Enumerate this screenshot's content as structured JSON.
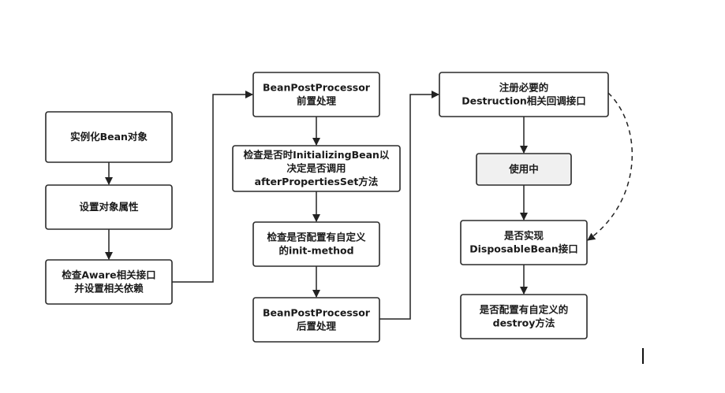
{
  "diagram": {
    "nodes": [
      {
        "id": "instantiate",
        "lines": [
          "实例化Bean对象"
        ],
        "fill": "#ffffff"
      },
      {
        "id": "set-props",
        "lines": [
          "设置对象属性"
        ],
        "fill": "#ffffff"
      },
      {
        "id": "aware",
        "lines": [
          "检查Aware相关接口",
          "并设置相关依赖"
        ],
        "fill": "#ffffff"
      },
      {
        "id": "bpp-before",
        "lines": [
          "BeanPostProcessor",
          "前置处理"
        ],
        "fill": "#ffffff"
      },
      {
        "id": "initializing",
        "lines": [
          "检查是否时InitializingBean以",
          "决定是否调用",
          "afterPropertiesSet方法"
        ],
        "fill": "#ffffff"
      },
      {
        "id": "init-method",
        "lines": [
          "检查是否配置有自定义",
          "的init-method"
        ],
        "fill": "#ffffff"
      },
      {
        "id": "bpp-after",
        "lines": [
          "BeanPostProcessor",
          "后置处理"
        ],
        "fill": "#ffffff"
      },
      {
        "id": "destruction",
        "lines": [
          "注册必要的",
          "Destruction相关回调接口"
        ],
        "fill": "#ffffff"
      },
      {
        "id": "in-use",
        "lines": [
          "使用中"
        ],
        "fill": "#f0f0f0"
      },
      {
        "id": "disposable",
        "lines": [
          "是否实现",
          "DisposableBean接口"
        ],
        "fill": "#ffffff"
      },
      {
        "id": "destroy",
        "lines": [
          "是否配置有自定义的",
          "destroy方法"
        ],
        "fill": "#ffffff"
      }
    ],
    "edges": [
      {
        "from": "instantiate",
        "to": "set-props",
        "style": "solid"
      },
      {
        "from": "set-props",
        "to": "aware",
        "style": "solid"
      },
      {
        "from": "aware",
        "to": "bpp-before",
        "style": "solid"
      },
      {
        "from": "bpp-before",
        "to": "initializing",
        "style": "solid"
      },
      {
        "from": "initializing",
        "to": "init-method",
        "style": "solid"
      },
      {
        "from": "init-method",
        "to": "bpp-after",
        "style": "solid"
      },
      {
        "from": "bpp-after",
        "to": "destruction",
        "style": "solid"
      },
      {
        "from": "destruction",
        "to": "in-use",
        "style": "solid"
      },
      {
        "from": "in-use",
        "to": "disposable",
        "style": "solid"
      },
      {
        "from": "disposable",
        "to": "destroy",
        "style": "solid"
      },
      {
        "from": "destruction",
        "to": "disposable",
        "style": "dashed"
      }
    ]
  }
}
